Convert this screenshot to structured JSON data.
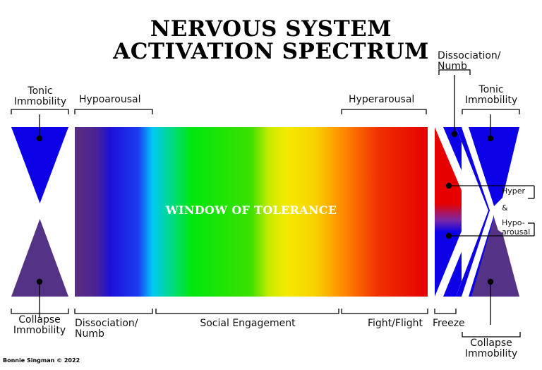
{
  "title": {
    "line1": "NERVOUS SYSTEM",
    "line2": "ACTIVATION SPECTRUM"
  },
  "labels": {
    "left_top_l1": "Tonic",
    "left_top_l2": "Immobility",
    "hypoarousal": "Hypoarousal",
    "hyperarousal": "Hyperarousal",
    "diss_top_l1": "Dissociation/",
    "diss_top_l2": "Numb",
    "right_top_l1": "Tonic",
    "right_top_l2": "Immobility",
    "window": "WINDOW OF TOLERANCE",
    "hyper": "Hyper",
    "amp": "&",
    "hypo_l1": "Hypo-",
    "hypo_l2": "arousal",
    "left_bottom_l1": "Collapse",
    "left_bottom_l2": "Immobility",
    "diss_bottom_l1": "Dissociation/",
    "diss_bottom_l2": "Numb",
    "social": "Social Engagement",
    "fight": "Fight/Flight",
    "freeze": "Freeze",
    "right_bottom_l1": "Collapse",
    "right_bottom_l2": "Immobility",
    "credit": "Bonnie Singman © 2022"
  },
  "colors": {
    "tonic_blue": "#0b00e6",
    "collapse_purple": "#543286",
    "spectrum": [
      "#5a2c80",
      "#1d10d6",
      "#00c8f5",
      "#00e60e",
      "#3de000",
      "#f4ea00",
      "#ff8a00",
      "#e60000"
    ]
  }
}
